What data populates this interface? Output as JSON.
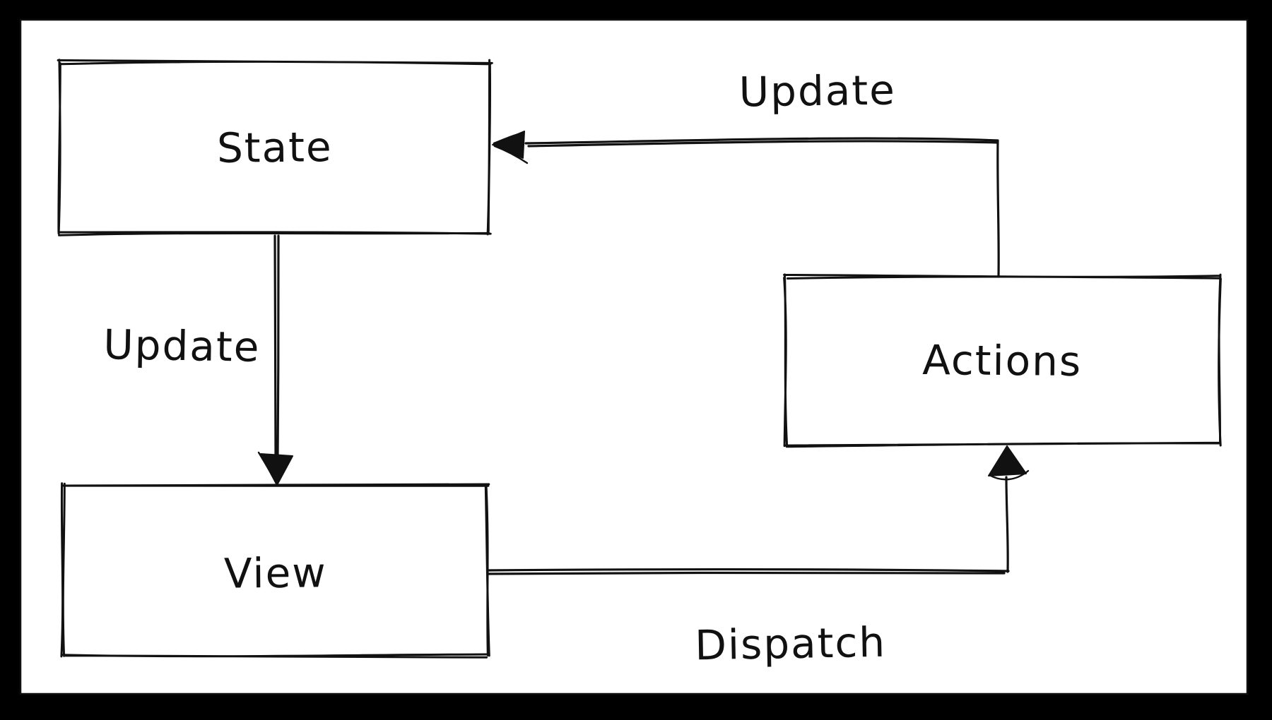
{
  "diagram": {
    "nodes": [
      {
        "id": "state",
        "label": "State"
      },
      {
        "id": "actions",
        "label": "Actions"
      },
      {
        "id": "view",
        "label": "View"
      }
    ],
    "edges": [
      {
        "id": "update-top",
        "from": "actions",
        "to": "state",
        "label": "Update"
      },
      {
        "id": "update-left",
        "from": "state",
        "to": "view",
        "label": "Update"
      },
      {
        "id": "dispatch",
        "from": "view",
        "to": "actions",
        "label": "Dispatch"
      }
    ],
    "colors": {
      "stroke": "#111111",
      "canvas": "#ffffff",
      "frame": "#000000"
    }
  }
}
